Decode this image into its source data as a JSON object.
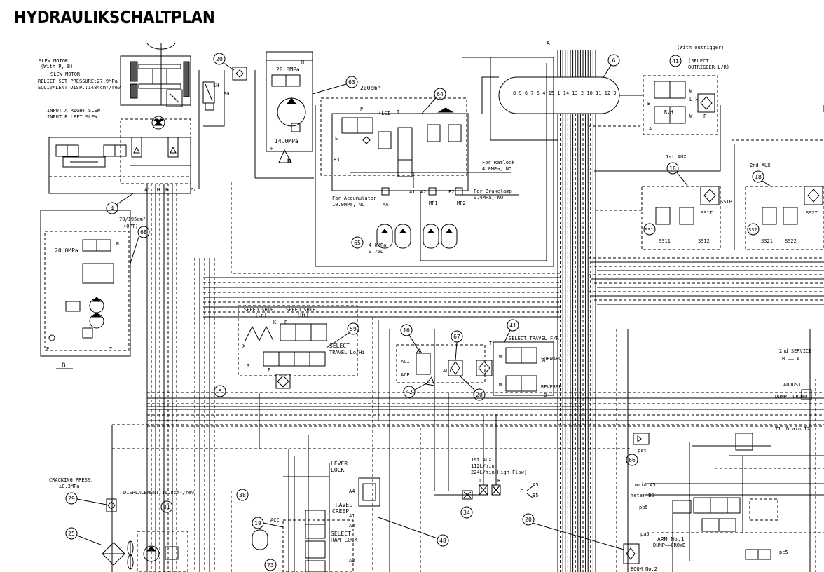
{
  "page": {
    "title": "HYDRAULIKSCHALTPLAN"
  },
  "labels": {
    "port_a_top": "A",
    "slew_motor_head": "SLEW MOTOR",
    "slew_motor_head2": "(With P, B)",
    "slew_motor_title": "SLEW MOTOR",
    "slew_relief": "RELIEF SET PRESSURE:27.9MPa",
    "slew_equiv": "EQUIVALENT DISP.:1484cm³/rev",
    "input_a": "INPUT A:RIGHT SLEW",
    "input_b": "INPUT B:LEFT SLEW",
    "port_sh": "SH",
    "port_pg": "PG",
    "port_r1": "R",
    "press_20": "20.0MPa",
    "press_14": "14.0MPa",
    "port_p1": "P",
    "port_b_big": "B",
    "disp_200": "200cm³",
    "lsi": "(LSI",
    "port_t1": "T",
    "port_p2": "P",
    "port_s": "S",
    "port_b3": "B3",
    "for_ramlock": "For Ramlock",
    "ramlock_press": "4.0MPa, NO",
    "for_brakelamp": "For Brakelamp",
    "brakelamp_press": "0.4MPa, NO",
    "for_accumulator": "For Accumulator",
    "accumulator_press": "10.0MPa, NC",
    "ma": "MA",
    "mf1": "MF1",
    "mf2": "MF2",
    "a1": "A1",
    "a2": "A2",
    "f2": "F2",
    "acc_press": "4.0MPa",
    "acc_press2": "0.75L",
    "swivel_ports": "8 9 6 7 5 4 15 1 14 13 2 10 11 12 3",
    "with_outrigger": "(With outrigger)",
    "select_outrigger": "(SELECT",
    "select_outrigger2": "OUTRIGGER L/R)",
    "port_lh": "L.H",
    "port_rh": "R.H",
    "port_b_out": "B",
    "port_a_out": "A",
    "port_p_out": "P",
    "aux1": "1st AUX",
    "aux2": "2nd AUX",
    "ss1t": "SS1T",
    "ss1p": "SS1P",
    "ss1": "SS1",
    "ss11": "SS11",
    "ss12": "SS12",
    "ss2t": "SS2T",
    "ss2": "SS2",
    "ss21": "SS21",
    "ss22": "SS22",
    "disp_70": "70/195cm³",
    "opt": "(OPT)",
    "press_20b": "20.0MPa",
    "port_r2": "R",
    "port_p3": "P",
    "port_t3": "T",
    "b_label": "B",
    "speed_shift_lo": "SPEED SHIFT",
    "speed_shift_lo2": "(Lo)",
    "speed_shift_hi": "SPEED SHIFT",
    "speed_shift_hi2": "(Hi)",
    "select_travel": "SELECT",
    "select_travel2": "TRAVEL Lo/Hi",
    "port_k": "K",
    "port_b4": "B",
    "port_p4": "P",
    "port_t4": "T",
    "port_x": "X",
    "port_m": "M",
    "ac1": "AC1",
    "acp": "ACP",
    "act": "ACT",
    "select_travel_fr": "SELECT TRAVEL F/R",
    "forward": "FORWARD",
    "reverse": "REVERSE",
    "port_w1": "W",
    "port_w2": "W",
    "port_t5": "T",
    "port_a5": "A",
    "port_b5": "B",
    "second_service": "2nd SERVICE",
    "second_service_ba": "B —— A",
    "adjust": "ADJUST",
    "dump_crowd": "DUMP——CROWD",
    "t1": "T1",
    "drain_t2": "Drain T2",
    "pst": "pst",
    "cracking": "CRACKING PRESS.",
    "cracking2": "±0.3MPa",
    "displacement": "DISPLACEMENT:16.8cm³/rev",
    "acc": "ACC",
    "lever_lock": "LEVER",
    "lever_lock2": "LOCK",
    "travel_creep": "TRAVEL",
    "travel_creep2": "CREEP",
    "select_ram": "SELECT",
    "select_ram2": "RAM LOCK",
    "a1b": "A1",
    "a3": "A3",
    "a2b": "A2",
    "a4": "A4",
    "aux_flow1": "1st AUX.",
    "aux_flow2": "112L/min",
    "aux_flow3": "224L/min(High-Flow)",
    "port_l": "L",
    "port_r3": "R",
    "f_label": "F",
    "a5": "A5",
    "b5": "B5",
    "main_a5": "main A5",
    "meter_b5": "meter B5",
    "pb5": "pb5",
    "pa5": "pa5",
    "arm_no1": "ARM No.1",
    "arm_dump": "DUMP——CROWD",
    "boom_no2": "BOOM No.2",
    "pc5": "pc5"
  },
  "callouts": [
    "20",
    "63",
    "64",
    "6",
    "41",
    "18",
    "18",
    "4",
    "68",
    "59",
    "16",
    "67",
    "41",
    "42",
    "20",
    "5",
    "65",
    "29",
    "31",
    "25",
    "38",
    "19",
    "34",
    "48",
    "73",
    "20",
    "66"
  ],
  "icons": {
    "pump": "pump-icon",
    "motor": "motor-icon",
    "accumulator": "accumulator-icon",
    "valve": "valve-icon",
    "filter": "filter-icon",
    "fan": "fan-icon"
  }
}
